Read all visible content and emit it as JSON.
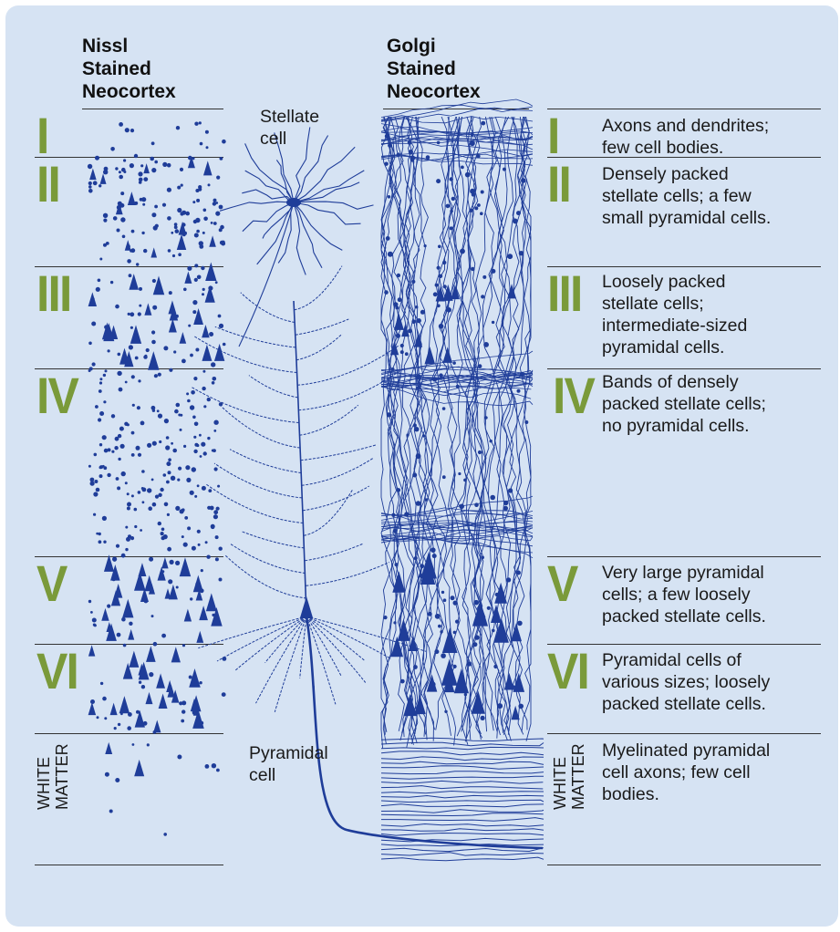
{
  "headers": {
    "nissl": [
      "Nissl",
      "Stained",
      "Neocortex"
    ],
    "golgi": [
      "Golgi",
      "Stained",
      "Neocortex"
    ]
  },
  "labels": {
    "stellate": [
      "Stellate",
      "cell"
    ],
    "pyramidal": [
      "Pyramidal",
      "cell"
    ]
  },
  "layers": [
    {
      "numeral": "I",
      "description": [
        "Axons and dendrites;",
        "few cell bodies."
      ]
    },
    {
      "numeral": "II",
      "description": [
        "Densely packed",
        "stellate cells; a few",
        "small pyramidal cells."
      ]
    },
    {
      "numeral": "III",
      "description": [
        "Loosely packed",
        "stellate cells;",
        "intermediate-sized",
        "pyramidal cells."
      ]
    },
    {
      "numeral": "IV",
      "description": [
        "Bands of densely",
        "packed stellate cells;",
        "no pyramidal cells."
      ]
    },
    {
      "numeral": "V",
      "description": [
        "Very large pyramidal",
        "cells; a few loosely",
        "packed stellate cells."
      ]
    },
    {
      "numeral": "VI",
      "description": [
        "Pyramidal cells of",
        "various sizes; loosely",
        "packed stellate cells."
      ]
    }
  ],
  "white_matter": {
    "label": [
      "WHITE",
      "MATTER"
    ],
    "description": [
      "Myelinated pyramidal",
      "cell axons; few cell",
      "bodies."
    ]
  },
  "colors": {
    "background": "#d6e3f3",
    "numeral": "#7a9a3a",
    "cells": "#1f3d99"
  }
}
